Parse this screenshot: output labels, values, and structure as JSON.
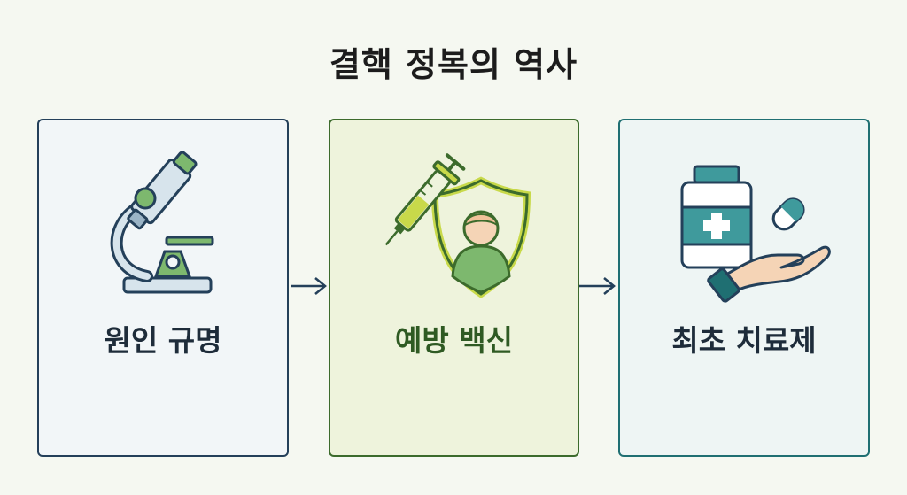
{
  "title": "결핵 정복의 역사",
  "steps": [
    {
      "label": "원인 규명",
      "icon": "microscope-icon"
    },
    {
      "label": "예방 백신",
      "icon": "vaccine-shield-icon"
    },
    {
      "label": "최초 치료제",
      "icon": "medicine-hand-icon"
    }
  ],
  "colors": {
    "background": "#f5f8f1",
    "card1_border": "#24405a",
    "card2_border": "#3c6b2c",
    "card3_border": "#1f6f72",
    "accent_green": "#7db86e",
    "accent_teal": "#3f9a9c"
  }
}
